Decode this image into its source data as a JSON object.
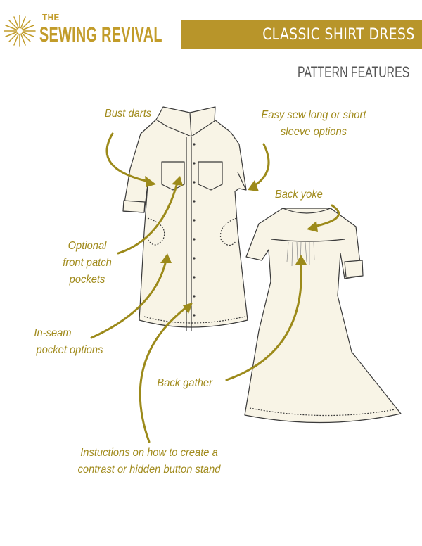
{
  "brand": {
    "the": "THE",
    "name": "SEWING REVIVAL"
  },
  "banner": {
    "title": "CLASSIC SHIRT DRESS"
  },
  "subtitle": "PATTERN FEATURES",
  "colors": {
    "gold": "#b8952a",
    "label": "#a18b1d",
    "fabric": "#f8f4e6",
    "outline": "#3a3a3a"
  },
  "labels": {
    "bust_darts": "Bust darts",
    "sleeve_1": "Easy sew long or short",
    "sleeve_2": "sleeve options",
    "back_yoke": "Back yoke",
    "patch_1": "Optional",
    "patch_2": "front patch",
    "patch_3": "pockets",
    "inseam_1": "In-seam",
    "inseam_2": "pocket options",
    "gather": "Back gather",
    "stand_1": "Instuctions on how to create a",
    "stand_2": "contrast or hidden button stand"
  }
}
